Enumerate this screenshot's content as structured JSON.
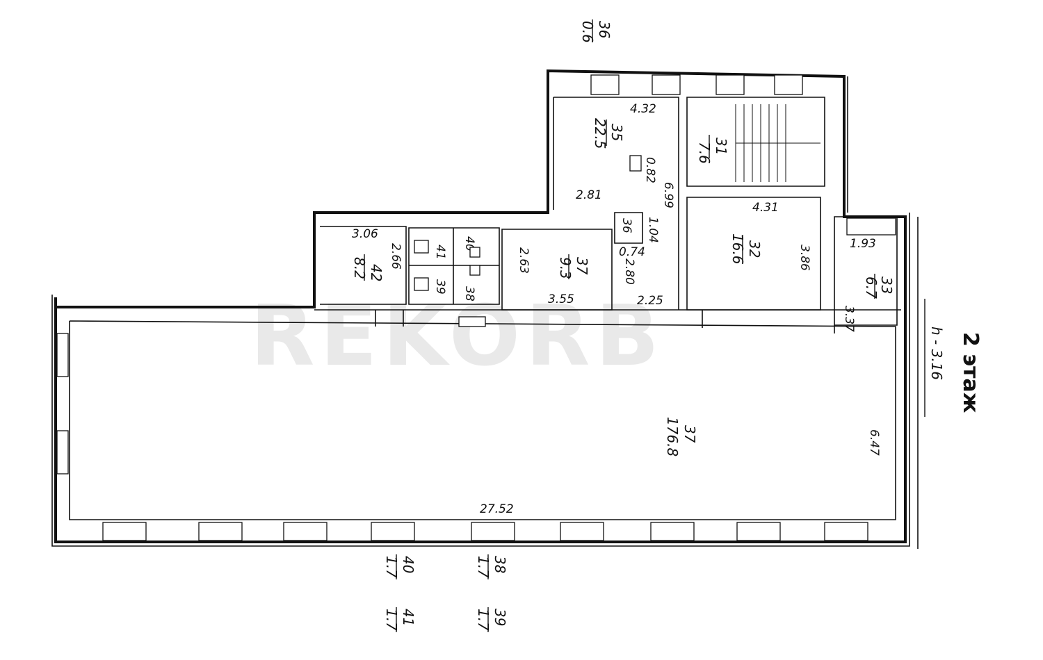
{
  "floor_title": "2 этаж",
  "ceiling_height": "h - 3.16",
  "watermark": "REKORB",
  "top_mark": {
    "num": "36",
    "den": "0.6"
  },
  "rooms": [
    {
      "id": "main-hall",
      "num": "37",
      "area": "176.8",
      "dims": [
        "27.52",
        "6.47"
      ]
    },
    {
      "id": "room-35",
      "num": "35",
      "area": "22.5",
      "dims": [
        "4.32",
        "2.81",
        "6.99",
        "0.82"
      ]
    },
    {
      "id": "stair-31",
      "num": "31",
      "area": "7.6",
      "dims": []
    },
    {
      "id": "room-32",
      "num": "32",
      "area": "16.6",
      "dims": [
        "4.31",
        "3.86"
      ]
    },
    {
      "id": "room-33",
      "num": "33",
      "area": "6.7",
      "dims": [
        "1.93",
        "3.37"
      ]
    },
    {
      "id": "room-37b",
      "num": "37",
      "area": "9.3",
      "dims": [
        "2.63",
        "3.55"
      ]
    },
    {
      "id": "room-36",
      "num": "36",
      "area": "",
      "dims": [
        "1.04",
        "0.74",
        "2.80",
        "2.25"
      ]
    },
    {
      "id": "room-42",
      "num": "42",
      "area": "8.2",
      "dims": [
        "3.06",
        "2.66"
      ]
    },
    {
      "id": "wc-41",
      "num": "41",
      "area": "",
      "dims": []
    },
    {
      "id": "wc-39",
      "num": "39",
      "area": "",
      "dims": []
    },
    {
      "id": "wc-40",
      "num": "40",
      "area": "",
      "dims": []
    },
    {
      "id": "wc-38",
      "num": "38",
      "area": "",
      "dims": []
    }
  ],
  "bottom_marks": [
    {
      "num": "40",
      "den": "1.7"
    },
    {
      "num": "41",
      "den": "1.7"
    },
    {
      "num": "38",
      "den": "1.7"
    },
    {
      "num": "39",
      "den": "1.7"
    }
  ]
}
